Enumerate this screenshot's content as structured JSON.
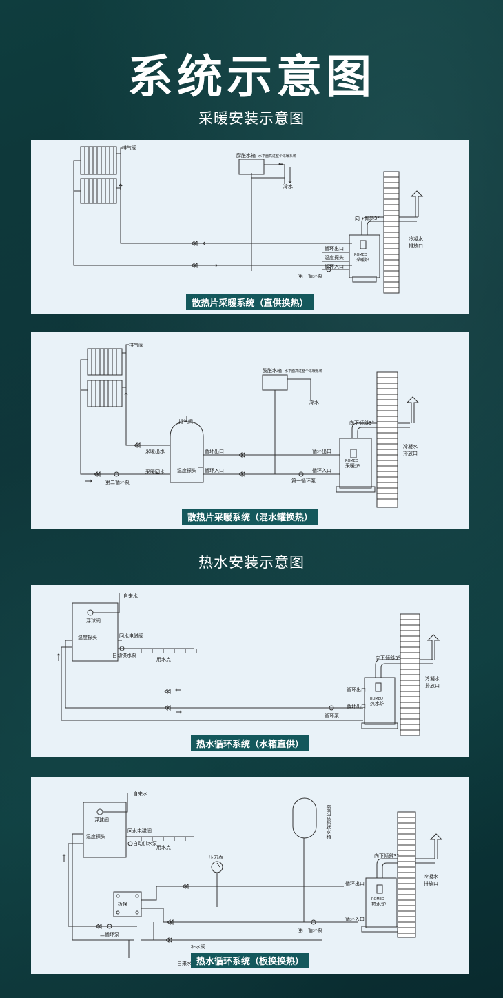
{
  "header": {
    "title": "系统示意图"
  },
  "sections": [
    {
      "title": "采暖安装示意图"
    },
    {
      "title": "热水安装示意图"
    }
  ],
  "diagrams": [
    {
      "caption": "散热片采暖系统（直供换热）",
      "labels": {
        "exhaust": "排气阀",
        "tank": "膨胀水箱",
        "tank_note": "水平面高过整个采暖系统",
        "cold": "冷水",
        "slope": "向下倾斜3°",
        "condensate_1": "冷凝水",
        "condensate_2": "排放口",
        "out": "循环出口",
        "probe": "温度探头",
        "in": "循环入口",
        "pump1": "第一循环泵",
        "brand": "ROMEO",
        "boiler": "采暖炉"
      }
    },
    {
      "caption": "散热片采暖系统（混水罐换热）",
      "labels": {
        "exhaust": "排气阀",
        "exhaust2": "排气阀",
        "tank": "膨胀水箱",
        "tank_note": "水平面高过整个采暖系统",
        "cold": "冷水",
        "slope": "向下倾斜3°",
        "condensate_1": "冷凝水",
        "condensate_2": "排放口",
        "heat_out": "采暖出水",
        "heat_in": "采暖回水",
        "probe": "温度探头",
        "out": "循环出口",
        "in": "循环入口",
        "pump1": "第一循环泵",
        "pump2": "第二循环泵",
        "brand": "ROMEO",
        "boiler": "采暖炉"
      }
    },
    {
      "caption": "热水循环系统（水箱直供）",
      "labels": {
        "tap": "自来水",
        "float": "浮球阀",
        "solenoid": "回水电磁阀",
        "probe": "温度探头",
        "supply_pump": "自动供水泵",
        "usage": "用水点",
        "slope": "向下倾斜3°",
        "condensate_1": "冷凝水",
        "condensate_2": "排放口",
        "out": "循环出口",
        "in": "循环出口",
        "pump": "循环泵",
        "brand": "ROMEO",
        "boiler": "热水炉"
      }
    },
    {
      "caption": "热水循环系统（板换换热）",
      "labels": {
        "tap": "自来水",
        "float": "浮球阀",
        "solenoid": "回水电磁阀",
        "probe": "温度探头",
        "supply_pump": "自动供水泵",
        "usage": "用水点",
        "plate": "板换",
        "gauge": "压力表",
        "closed_tank": "密闭式膨胀水箱",
        "slope": "向下倾斜3°",
        "condensate_1": "冷凝水",
        "condensate_2": "排放口",
        "out": "循环出口",
        "in": "循环入口",
        "pump1": "第一循环泵",
        "pump2": "二循环泵",
        "makeup": "补水阀",
        "tap2": "自来水",
        "brand": "ROMEO",
        "boiler": "热水炉"
      }
    }
  ],
  "colors": {
    "bg": "#0b2f33",
    "panel": "#e9f2f8",
    "caption": "#14585c",
    "line": "#333333"
  }
}
